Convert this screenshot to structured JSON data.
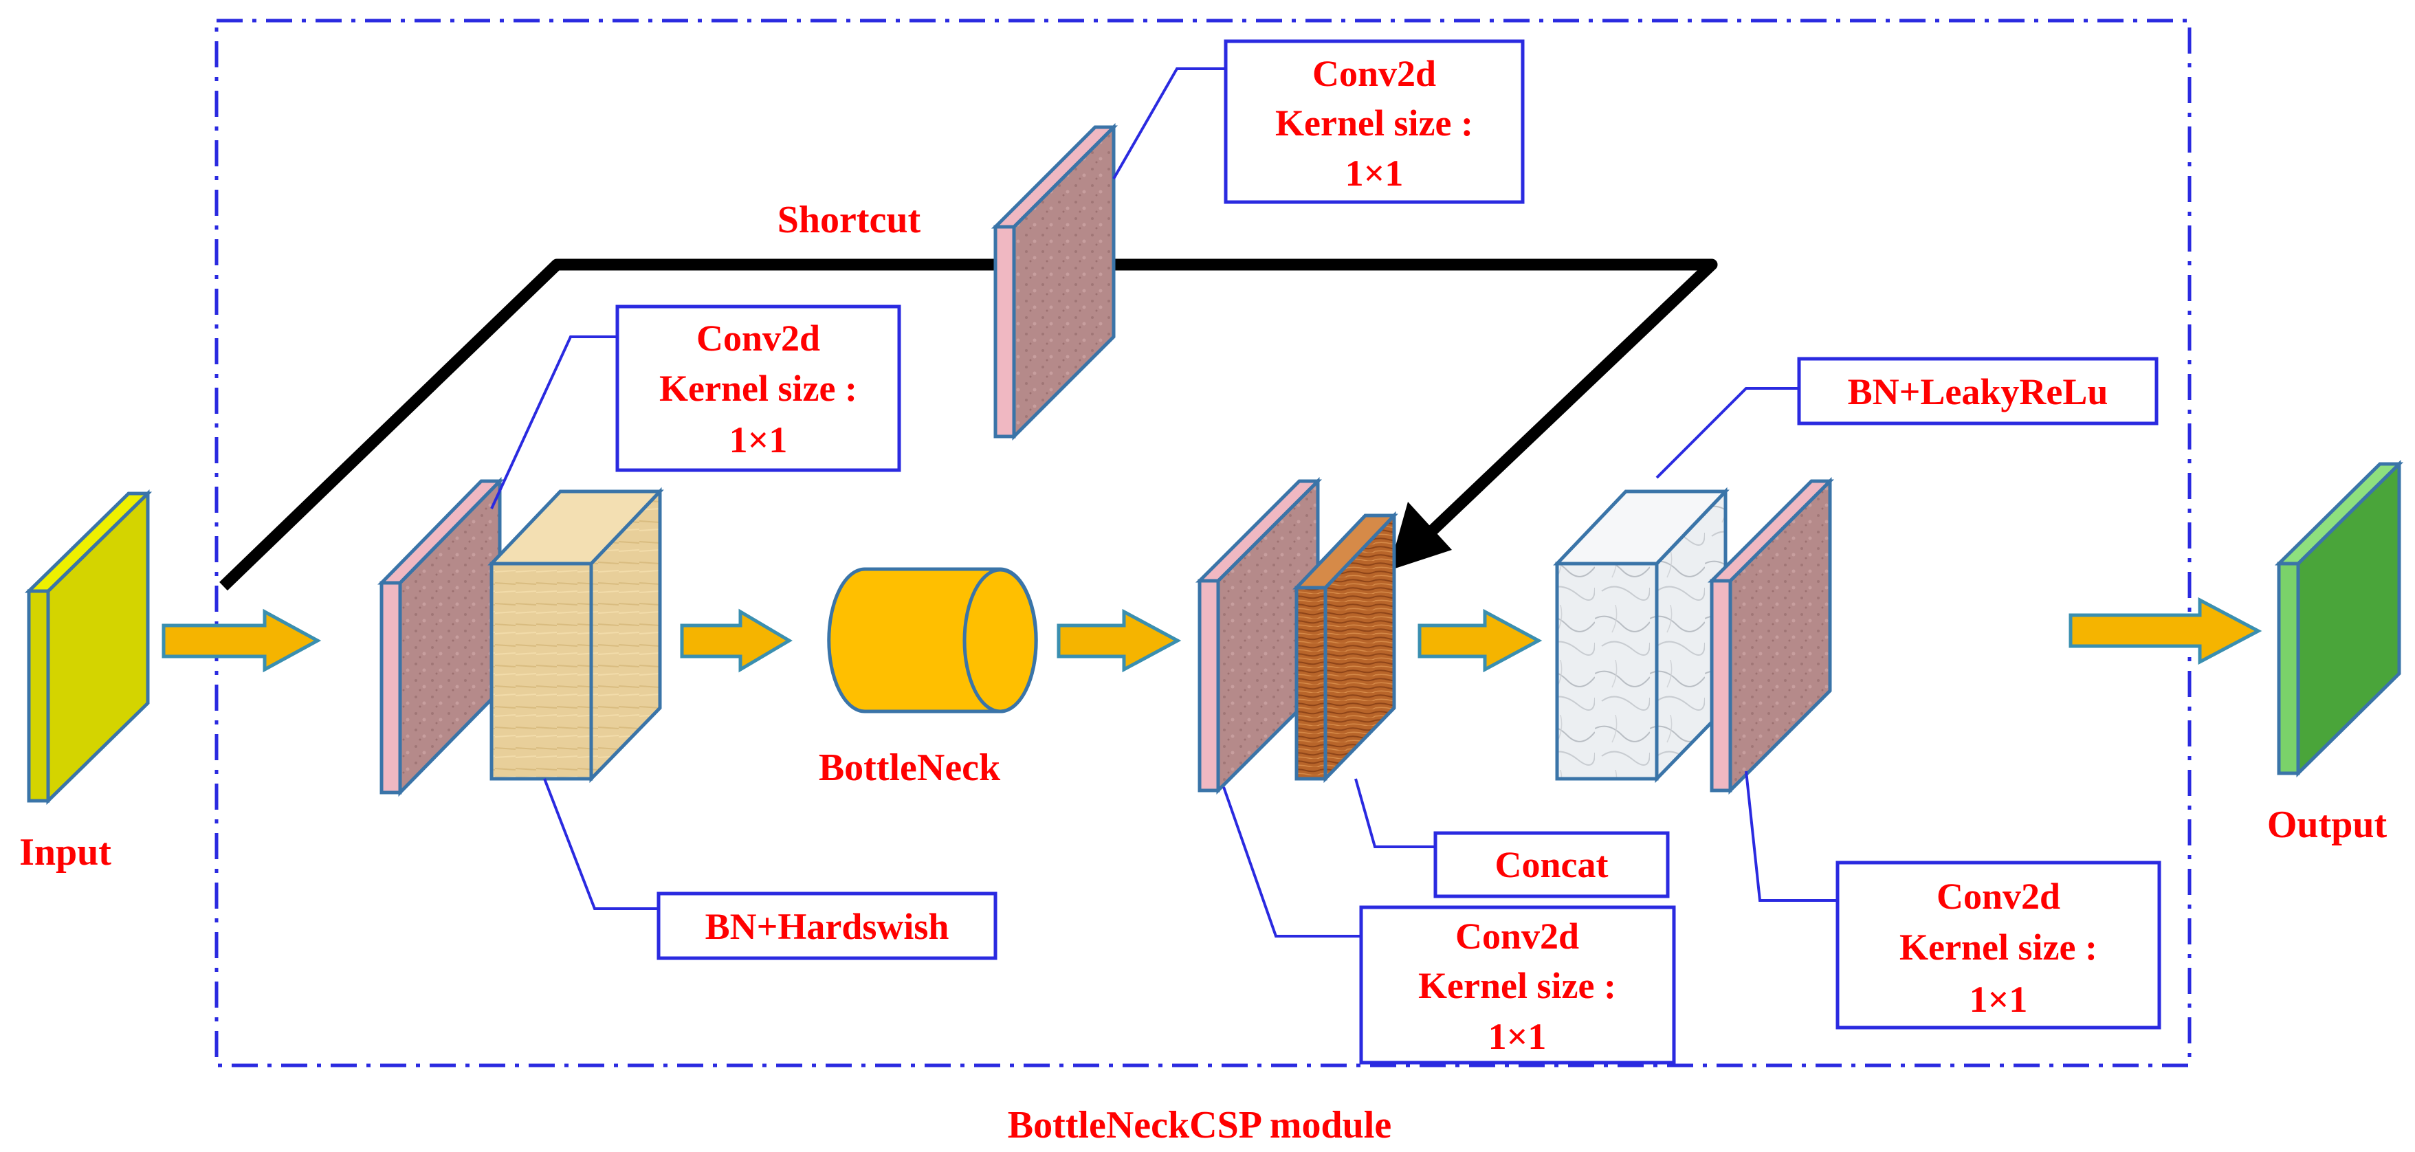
{
  "colors": {
    "label_red": "#ff0000",
    "callout_blue": "#2a2ae0",
    "arrow_fill": "#f5b400",
    "arrow_stroke": "#3a8fb0",
    "edge_blue": "#3a74a8",
    "input_yellow": "#d4d400",
    "output_green": "#4aa53a",
    "conv_pink": "#b58a8a",
    "bottleneck_orange": "#ffbf00",
    "wood_orange": "#b8652a",
    "birch_tan": "#e8cf9a",
    "marble_gray": "#e9ecef"
  },
  "labels": {
    "input": "Input",
    "output": "Output",
    "bottleneck": "BottleNeck",
    "shortcut": "Shortcut",
    "module": "BottleNeckCSP module"
  },
  "callouts": {
    "conv_top": [
      "Conv2d",
      "Kernel size :",
      "1×1"
    ],
    "conv_left": [
      "Conv2d",
      "Kernel size :",
      "1×1"
    ],
    "bn_hardswish": [
      "BN+Hardswish"
    ],
    "concat": [
      "Concat"
    ],
    "conv_mid": [
      "Conv2d",
      "Kernel size :",
      "1×1"
    ],
    "bn_leakyrelu": [
      "BN+LeakyReLu"
    ],
    "conv_right": [
      "Conv2d",
      "Kernel size :",
      "1×1"
    ]
  },
  "icons": {
    "input": "yellow-slab-icon",
    "output": "green-slab-icon",
    "bottleneck": "cylinder-icon",
    "flow": "right-arrow-icon"
  }
}
